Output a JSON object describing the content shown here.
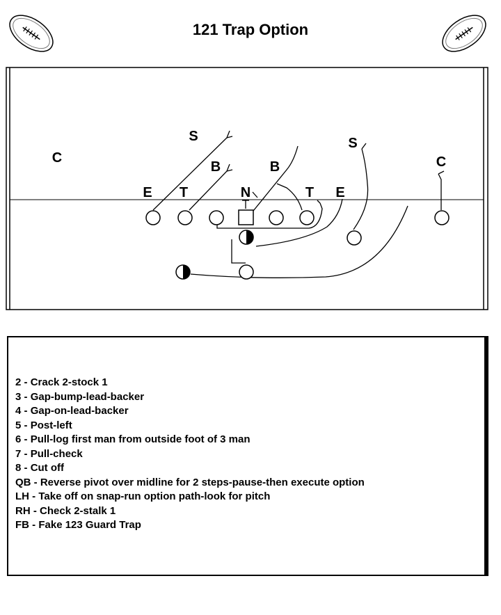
{
  "title": "121 Trap Option",
  "diagram": {
    "defense": [
      {
        "id": "def-c-left",
        "label": "C"
      },
      {
        "id": "def-s-left",
        "label": "S"
      },
      {
        "id": "def-b-left",
        "label": "B"
      },
      {
        "id": "def-b-right",
        "label": "B"
      },
      {
        "id": "def-s-right",
        "label": "S"
      },
      {
        "id": "def-c-right",
        "label": "C"
      },
      {
        "id": "def-e-left",
        "label": "E"
      },
      {
        "id": "def-t-left",
        "label": "T"
      },
      {
        "id": "def-n",
        "label": "N"
      },
      {
        "id": "def-t-right",
        "label": "T"
      },
      {
        "id": "def-e-right",
        "label": "E"
      }
    ]
  },
  "notes": [
    {
      "num": "2",
      "text": "Crack 2-stock 1"
    },
    {
      "num": "3",
      "text": "Gap-bump-lead-backer"
    },
    {
      "num": "4",
      "text": "Gap-on-lead-backer"
    },
    {
      "num": "5",
      "text": "Post-left"
    },
    {
      "num": "6",
      "text": "Pull-log first man from outside foot of 3 man"
    },
    {
      "num": "7",
      "text": "Pull-check"
    },
    {
      "num": "8",
      "text": "Cut off"
    },
    {
      "num": "QB",
      "text": "Reverse pivot over midline for 2 steps-pause-then execute option"
    },
    {
      "num": "LH",
      "text": "Take off on snap-run option path-look for pitch"
    },
    {
      "num": "RH",
      "text": "Check 2-stalk 1"
    },
    {
      "num": "FB",
      "text": "Fake 123 Guard Trap"
    }
  ]
}
